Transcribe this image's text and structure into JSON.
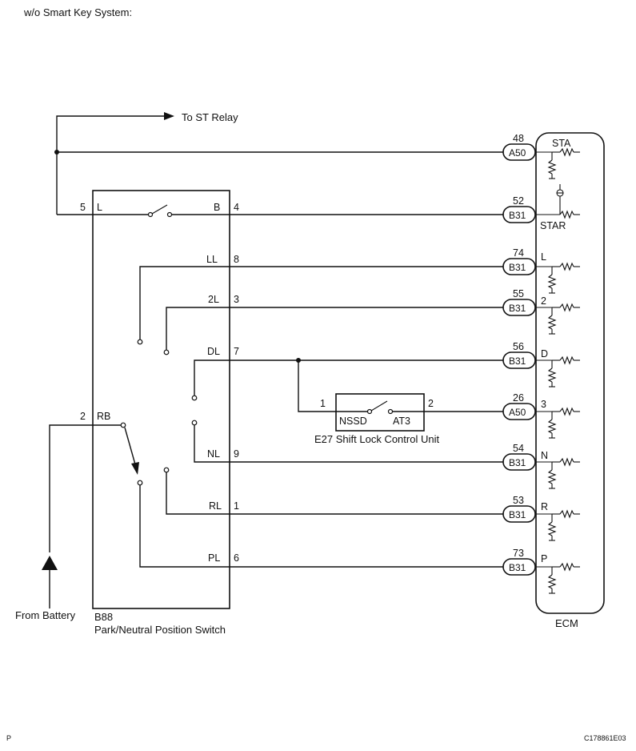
{
  "header": {
    "title": "w/o Smart Key System:"
  },
  "to_st_relay": "To ST Relay",
  "from_battery": "From Battery",
  "switch": {
    "code": "B88",
    "name": "Park/Neutral Position Switch",
    "pins": [
      {
        "num": "5",
        "label": "L"
      },
      {
        "num": "4",
        "label": "B"
      },
      {
        "num": "8",
        "label": "LL"
      },
      {
        "num": "3",
        "label": "2L"
      },
      {
        "num": "7",
        "label": "DL"
      },
      {
        "num": "2",
        "label": "RB"
      },
      {
        "num": "9",
        "label": "NL"
      },
      {
        "num": "1",
        "label": "RL"
      },
      {
        "num": "6",
        "label": "PL"
      }
    ]
  },
  "shift_lock": {
    "name": "E27  Shift Lock Control Unit",
    "pin_left": "1",
    "pin_right": "2",
    "term_left": "NSSD",
    "term_right": "AT3"
  },
  "ecm": {
    "name": "ECM",
    "connections": [
      {
        "pin": "48",
        "connector": "A50",
        "terminal": "STA"
      },
      {
        "pin": "52",
        "connector": "B31",
        "terminal": "STAR"
      },
      {
        "pin": "74",
        "connector": "B31",
        "terminal": "L"
      },
      {
        "pin": "55",
        "connector": "B31",
        "terminal": "2"
      },
      {
        "pin": "56",
        "connector": "B31",
        "terminal": "D"
      },
      {
        "pin": "26",
        "connector": "A50",
        "terminal": "3"
      },
      {
        "pin": "54",
        "connector": "B31",
        "terminal": "N"
      },
      {
        "pin": "53",
        "connector": "B31",
        "terminal": "R"
      },
      {
        "pin": "73",
        "connector": "B31",
        "terminal": "P"
      }
    ]
  },
  "footer": {
    "left": "P",
    "right": "C178861E03"
  }
}
